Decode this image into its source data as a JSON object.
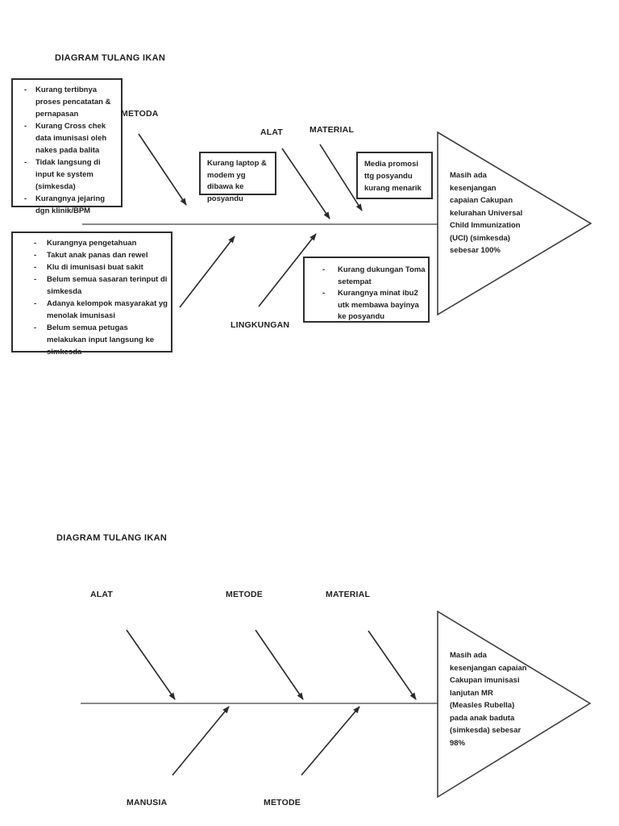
{
  "colors": {
    "ink": "#1f1f1f",
    "box_border": "#2e2e2e",
    "spine": "#8a8a8a",
    "arrow": "#2a2a2a",
    "triangle_stroke": "#3f3f3f"
  },
  "diagram1": {
    "title": "DIAGRAM TULANG IKAN",
    "category_labels": {
      "metoda": "METODA",
      "alat": "ALAT",
      "material": "MATERIAL",
      "lingkungan": "LINGKUNGAN"
    },
    "metoda_causes": {
      "items": [
        "Kurang tertibnya proses pencatatan & pernapasan",
        "Kurang Cross chek data imunisasi oleh nakes pada balita",
        "Tidak langsung di input ke system (simkesda)",
        "Kurangnya jejaring dgn klinik/BPM"
      ]
    },
    "alat_cause": "Kurang laptop & modem yg dibawa ke posyandu",
    "material_cause": "Media promosi ttg posyandu kurang menarik",
    "manusia_causes": {
      "items": [
        "Kurangnya pengetahuan",
        "Takut anak panas dan rewel",
        "Klu di imunisasi buat sakit",
        "Belum semua sasaran terinput di simkesda",
        "Adanya kelompok masyarakat yg menolak imunisasi",
        "Belum semua petugas melakukan input langsung ke simkesda"
      ]
    },
    "lingkungan_causes": {
      "items": [
        "Kurang dukungan Toma setempat",
        "Kurangnya minat ibu2 utk membawa bayinya ke posyandu"
      ]
    },
    "effect": "Masih ada kesenjangan capaian Cakupan kelurahan Universal Child Immunization (UCI) (simkesda) sebesar 100%"
  },
  "diagram2": {
    "title": "DIAGRAM TULANG IKAN",
    "category_labels": {
      "alat": "ALAT",
      "metode": "METODE",
      "material": "MATERIAL",
      "manusia": "MANUSIA",
      "metode_bottom": "METODE"
    },
    "effect": "Masih ada kesenjangan capaian Cakupan imunisasi lanjutan MR (Measles Rubella) pada anak baduta (simkesda) sebesar 98%"
  }
}
